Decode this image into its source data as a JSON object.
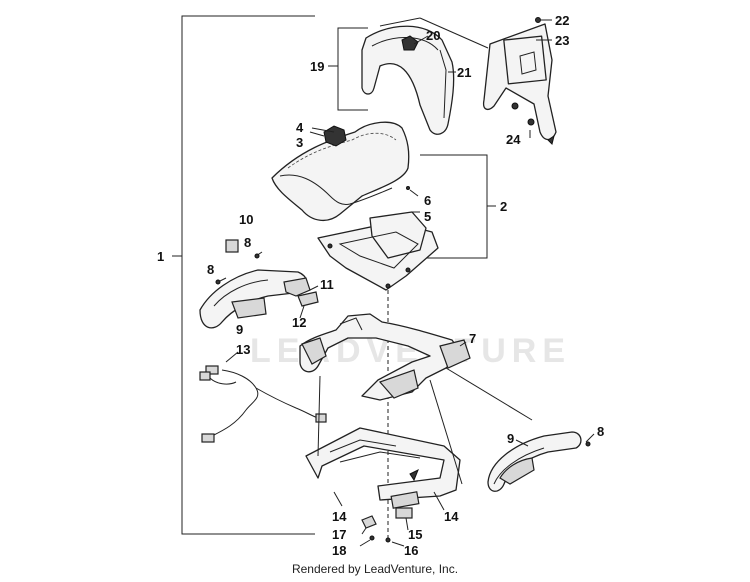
{
  "watermark": "LEADVENTURE",
  "footer": "Rendered by LeadVenture, Inc.",
  "callouts": {
    "c1": "1",
    "c2": "2",
    "c3": "3",
    "c4": "4",
    "c5": "5",
    "c6": "6",
    "c7": "7",
    "c8a": "8",
    "c8b": "8",
    "c8c": "8",
    "c9a": "9",
    "c9b": "9",
    "c10": "10",
    "c11": "11",
    "c12": "12",
    "c13": "13",
    "c14a": "14",
    "c14b": "14",
    "c15": "15",
    "c16": "16",
    "c17": "17",
    "c18": "18",
    "c19": "19",
    "c20": "20",
    "c21": "21",
    "c22": "22",
    "c23": "23",
    "c24": "24"
  }
}
